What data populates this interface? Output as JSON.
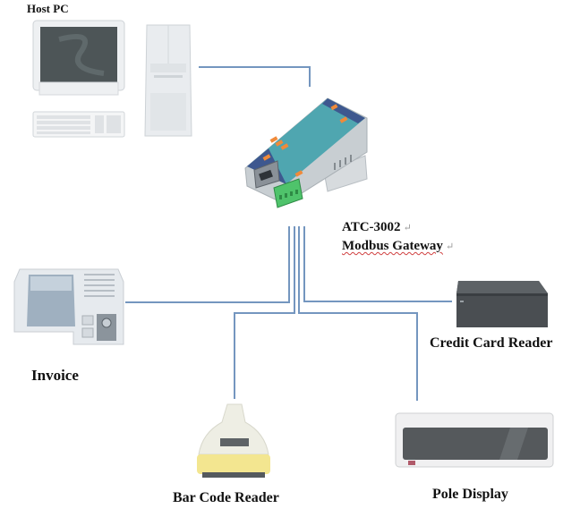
{
  "diagram": {
    "title_lines": [
      "ATC-3002",
      "Modbus Gateway"
    ],
    "paragraph_mark": "↵",
    "hub": {
      "name": "ATC-3002 Modbus Gateway device"
    },
    "nodes": [
      {
        "id": "host-pc",
        "label": "Host PC",
        "connection": "serial to gateway"
      },
      {
        "id": "invoice",
        "label": "Invoice"
      },
      {
        "id": "credit-card-reader",
        "label": "Credit Card Reader"
      },
      {
        "id": "bar-code-reader",
        "label": "Bar Code Reader"
      },
      {
        "id": "pole-display",
        "label": "Pole Display"
      }
    ],
    "edges": [
      {
        "from": "host-pc",
        "to": "gateway"
      },
      {
        "from": "gateway",
        "to": "invoice"
      },
      {
        "from": "gateway",
        "to": "bar-code-reader"
      },
      {
        "from": "gateway",
        "to": "pole-display"
      },
      {
        "from": "gateway",
        "to": "credit-card-reader"
      }
    ],
    "colors": {
      "wire": "#6f93bd",
      "device_teal": "#4fa6b0",
      "device_navy": "#3a4a8a",
      "led_orange": "#f08a3a",
      "terminal_green": "#4fc36b",
      "reader_dark": "#4a4e52",
      "barcode_yellow": "#f3e690"
    }
  }
}
